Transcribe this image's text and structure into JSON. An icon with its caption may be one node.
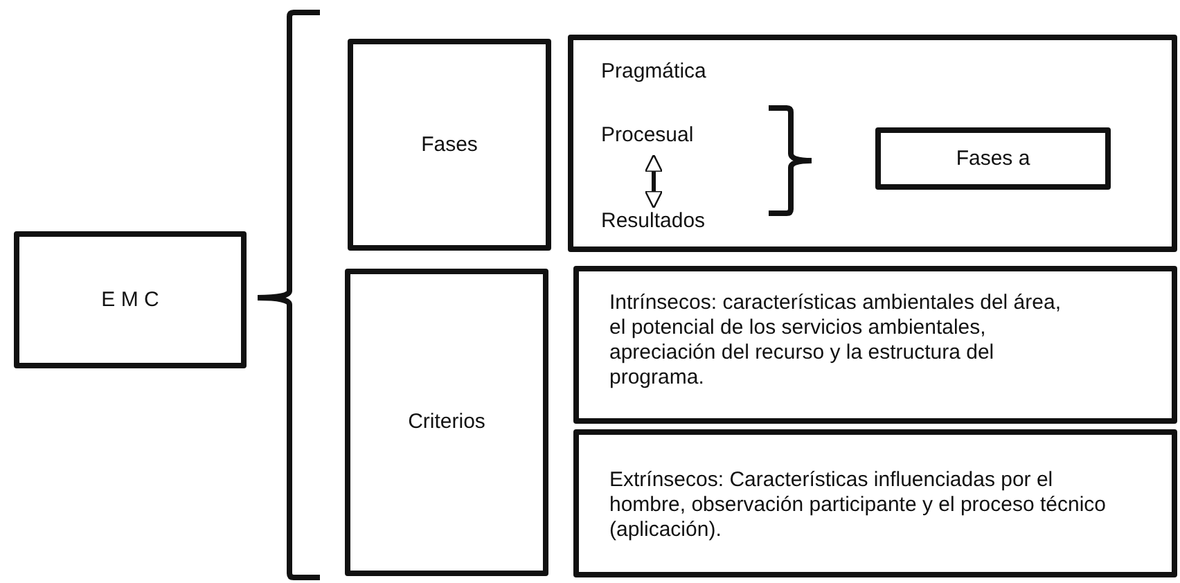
{
  "diagram": {
    "nodes": [
      {
        "text": [
          "E M C"
        ]
      },
      {
        "text": [
          "Fases"
        ]
      },
      {
        "text": [
          "Pragmática"
        ]
      },
      {
        "text": [
          "Procesual"
        ],
        "in": 2
      },
      {
        "text": [
          "Resultados"
        ],
        "in": 2
      },
      {
        "text": [
          "Fases a"
        ],
        "in": 2
      },
      {
        "text": [
          "Criterios"
        ]
      },
      {
        "text": [
          "Intrínsecos: características ambientales del área, el potencial de los servicios ambientales, apreciación del recurso y la estructura del programa."
        ]
      },
      {
        "text": [
          "Extrínsecos: Características influenciadas por el hombre, observación participante y el proceso técnico (aplicación)."
        ]
      }
    ],
    "edges": [
      {
        "from": 3,
        "to": 4,
        "arrow": "both"
      }
    ]
  }
}
